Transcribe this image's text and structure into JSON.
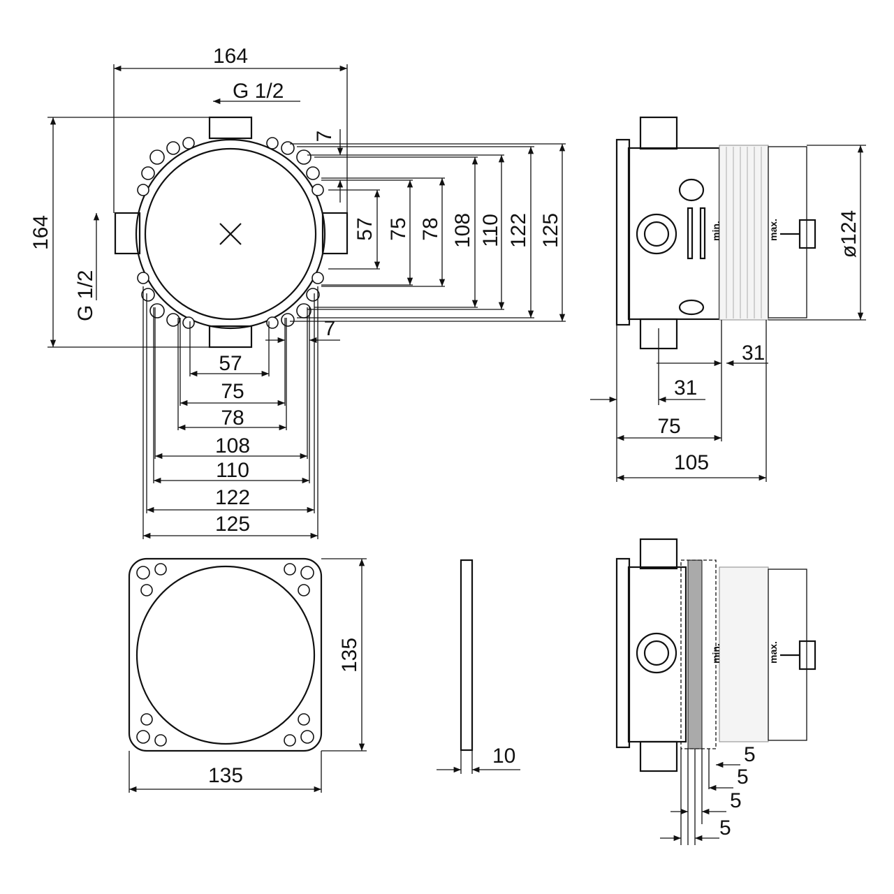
{
  "top_view": {
    "width": "164",
    "height": "164",
    "thread_top": "G 1/2",
    "thread_left": "G 1/2",
    "offset_top": "7",
    "offset_bottom": "7",
    "vertical_dims": [
      "57",
      "75",
      "78",
      "108",
      "110",
      "122",
      "125"
    ],
    "horizontal_dims": [
      "57",
      "75",
      "78",
      "108",
      "110",
      "122",
      "125"
    ]
  },
  "side_view": {
    "diameter": "ø124",
    "dims": [
      "31",
      "31",
      "75",
      "105"
    ],
    "min_label": "min.",
    "max_label": "max."
  },
  "plate_view": {
    "width": "135",
    "height": "135"
  },
  "plate_side": {
    "thickness": "10"
  },
  "side_view_2": {
    "dims": [
      "5",
      "5",
      "5",
      "5"
    ],
    "min_label": "min.",
    "max_label": "max."
  }
}
